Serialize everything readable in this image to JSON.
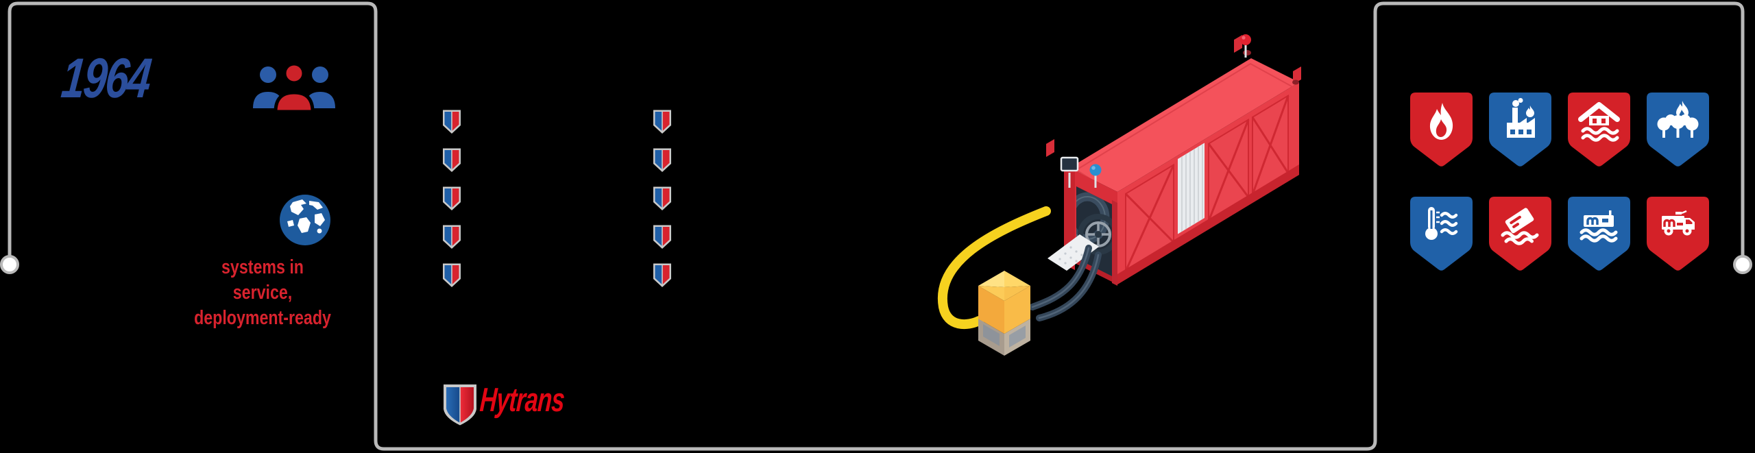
{
  "founded": {
    "year": "1964",
    "caption": [
      "systems in service,",
      "deployment-ready"
    ],
    "icons": [
      "team-icon",
      "globe-icon"
    ]
  },
  "brand": {
    "logo_text": "Hytrans"
  },
  "capability_bullets": {
    "left_count": 5,
    "right_count": 5
  },
  "timeline": {
    "line_color": "#b9b9b9",
    "node_fill": "#ffffff"
  },
  "palette": {
    "background": "#000000",
    "year_blue": "#2b4e9c",
    "caption_red": "#d8232e",
    "logo_red": "#e30613",
    "bullet_blue": "#1f5fa8",
    "bullet_red": "#d8232e",
    "bullet_border_silver": "#c9c9c9",
    "people_blue": "#2b5ca8",
    "people_red": "#cc2229",
    "globe_blue": "#1e5b9e",
    "container_red_top": "#f4525b",
    "container_red_side": "#e73e48",
    "container_red_front": "#d92e39",
    "hose_yellow": "#f6d21f",
    "hose_dark": "#35475a",
    "pump_yellow": "#f9bb48"
  },
  "applications": {
    "shields": [
      {
        "icon": "flame-icon",
        "color": "#d42128"
      },
      {
        "icon": "factory-fire-icon",
        "color": "#2061a8"
      },
      {
        "icon": "flooded-house-icon",
        "color": "#d42128"
      },
      {
        "icon": "forest-fire-icon",
        "color": "#2061a8"
      },
      {
        "icon": "thermometer-waves-icon",
        "color": "#2061a8"
      },
      {
        "icon": "sinking-ship-icon",
        "color": "#d42128"
      },
      {
        "icon": "floating-pump-icon",
        "color": "#2061a8"
      },
      {
        "icon": "fire-truck-icon",
        "color": "#d42128"
      }
    ]
  },
  "illustration": {
    "name": "hydrosub-container-unit"
  }
}
